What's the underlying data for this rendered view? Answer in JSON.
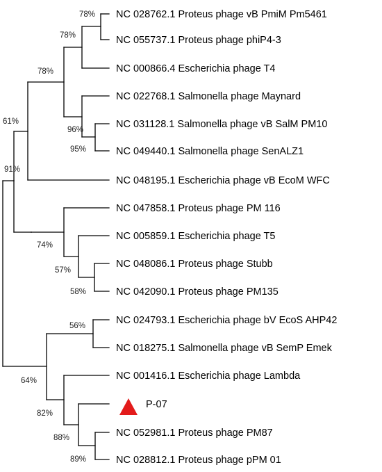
{
  "leaves": [
    {
      "id": "L1",
      "label": "NC 028762.1 Proteus phage vB PmiM Pm5461"
    },
    {
      "id": "L2",
      "label": "NC 055737.1 Proteus phage phiP4-3"
    },
    {
      "id": "L3",
      "label": "NC 000866.4 Escherichia phage T4"
    },
    {
      "id": "L4",
      "label": "NC 022768.1 Salmonella phage Maynard"
    },
    {
      "id": "L5",
      "label": "NC 031128.1 Salmonella phage vB SalM PM10"
    },
    {
      "id": "L6",
      "label": "NC 049440.1 Salmonella phage SenALZ1"
    },
    {
      "id": "L7",
      "label": "NC 048195.1 Escherichia phage vB EcoM WFC"
    },
    {
      "id": "L8",
      "label": "NC 047858.1 Proteus phage PM 116"
    },
    {
      "id": "L9",
      "label": "NC 005859.1 Escherichia phage T5"
    },
    {
      "id": "L10",
      "label": "NC 048086.1 Proteus phage Stubb"
    },
    {
      "id": "L11",
      "label": "NC 042090.1 Proteus phage PM135"
    },
    {
      "id": "L12",
      "label": "NC 024793.1 Escherichia phage bV EcoS AHP42"
    },
    {
      "id": "L13",
      "label": "NC 018275.1 Salmonella phage vB SemP Emek"
    },
    {
      "id": "L14",
      "label": "NC 001416.1 Escherichia phage Lambda"
    },
    {
      "id": "L15",
      "label": "P-07",
      "marker": "triangle",
      "marker_color": "#e31b1b"
    },
    {
      "id": "L16",
      "label": "NC 052981.1 Proteus phage PM87"
    },
    {
      "id": "L17",
      "label": "NC 028812.1 Proteus phage pPM 01"
    }
  ],
  "support_values": {
    "n_L1_L2": "78%",
    "n_L1_L3": "78%",
    "n_L5_L6": "95%",
    "n_L4_L6": "96%",
    "n_L1_L6": "78%",
    "n_L1_L7": "61%",
    "n_L10_L11": "58%",
    "n_L9_L11": "57%",
    "n_L8_L11": "74%",
    "n_L1_L11": "91%",
    "n_L12_L13": "56%",
    "n_L16_L17": "89%",
    "n_L15_L17": "88%",
    "n_L14_L17": "82%",
    "n_L12_L17": "64%"
  },
  "colors": {
    "branch": "#000000",
    "marker": "#e31b1b"
  }
}
